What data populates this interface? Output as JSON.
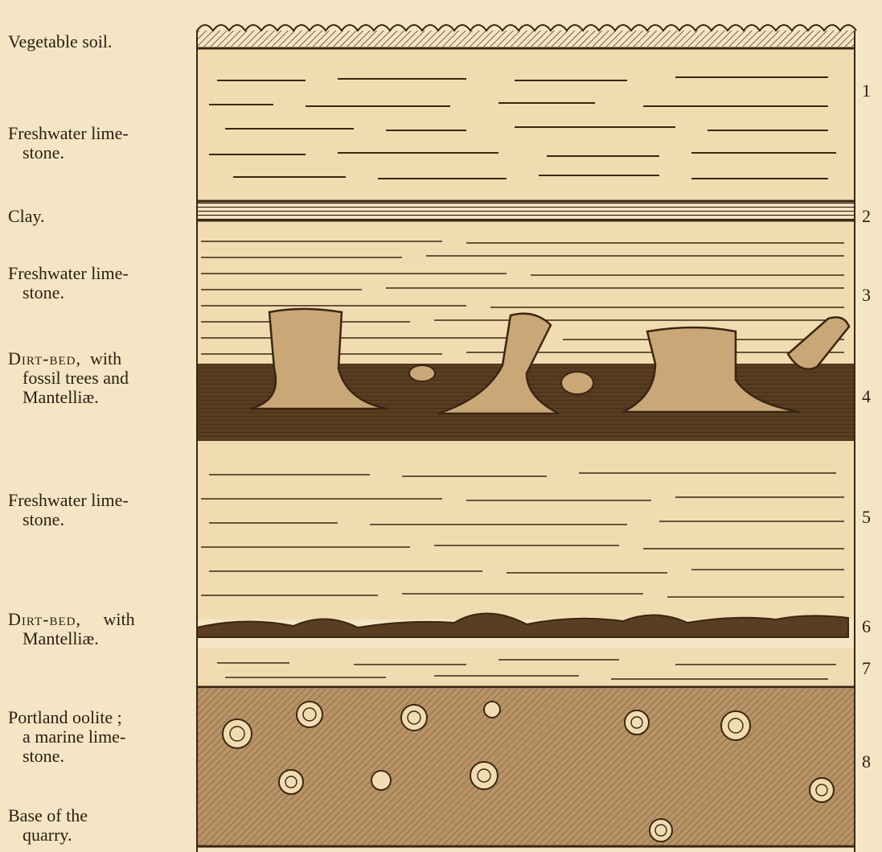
{
  "labels": {
    "vegetable_soil": "Vegetable soil.",
    "freshwater_1_line1": "Freshwater lime-",
    "freshwater_1_line2": "stone.",
    "clay": "Clay.",
    "freshwater_2_line1": "Freshwater lime-",
    "freshwater_2_line2": "stone.",
    "dirtbed_1_line1_a": "Dirt-bed,",
    "dirtbed_1_line1_b": "with",
    "dirtbed_1_line2": "fossil trees and",
    "dirtbed_1_line3": "Mantelliæ.",
    "freshwater_3_line1": "Freshwater lime-",
    "freshwater_3_line2": "stone.",
    "dirtbed_2_line1_a": "Dirt-bed,",
    "dirtbed_2_line1_b": "with",
    "dirtbed_2_line2": "Mantelliæ.",
    "portland_line1": "Portland oolite ;",
    "portland_line2": "a marine lime-",
    "portland_line3": "stone.",
    "base_line1": "Base of the",
    "base_line2": "quarry."
  },
  "layer_numbers": [
    "1",
    "2",
    "3",
    "4",
    "5",
    "6",
    "7",
    "8"
  ],
  "colors": {
    "paper": "#f4e6c4",
    "limestone": "#f1dcb2",
    "ink": "#3a2612",
    "dark_band": "#5a3e22",
    "oolite": "#b89366"
  }
}
